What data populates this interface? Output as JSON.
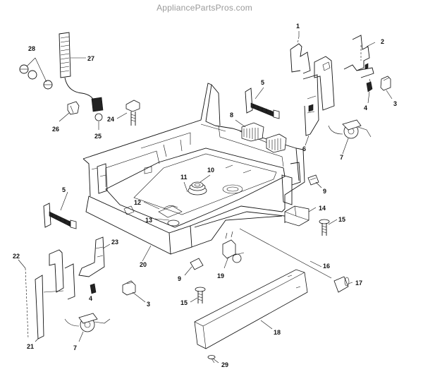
{
  "watermark": "AppliancePartsPros.com",
  "callouts": [
    {
      "id": "c1",
      "text": "1"
    },
    {
      "id": "c2",
      "text": "2"
    },
    {
      "id": "c3a",
      "text": "3"
    },
    {
      "id": "c3b",
      "text": "3"
    },
    {
      "id": "c4a",
      "text": "4"
    },
    {
      "id": "c4b",
      "text": "4"
    },
    {
      "id": "c5a",
      "text": "5"
    },
    {
      "id": "c5b",
      "text": "5"
    },
    {
      "id": "c6",
      "text": "6"
    },
    {
      "id": "c7a",
      "text": "7"
    },
    {
      "id": "c7b",
      "text": "7"
    },
    {
      "id": "c8",
      "text": "8"
    },
    {
      "id": "c9a",
      "text": "9"
    },
    {
      "id": "c9b",
      "text": "9"
    },
    {
      "id": "c10",
      "text": "10"
    },
    {
      "id": "c11",
      "text": "11"
    },
    {
      "id": "c12",
      "text": "12"
    },
    {
      "id": "c13",
      "text": "13"
    },
    {
      "id": "c14",
      "text": "14"
    },
    {
      "id": "c15a",
      "text": "15"
    },
    {
      "id": "c15b",
      "text": "15"
    },
    {
      "id": "c16",
      "text": "16"
    },
    {
      "id": "c17",
      "text": "17"
    },
    {
      "id": "c18",
      "text": "18"
    },
    {
      "id": "c19",
      "text": "19"
    },
    {
      "id": "c20",
      "text": "20"
    },
    {
      "id": "c21",
      "text": "21"
    },
    {
      "id": "c22",
      "text": "22"
    },
    {
      "id": "c23",
      "text": "23"
    },
    {
      "id": "c24",
      "text": "24"
    },
    {
      "id": "c25",
      "text": "25"
    },
    {
      "id": "c26",
      "text": "26"
    },
    {
      "id": "c27",
      "text": "27"
    },
    {
      "id": "c28",
      "text": "28"
    },
    {
      "id": "c29",
      "text": "29"
    }
  ]
}
